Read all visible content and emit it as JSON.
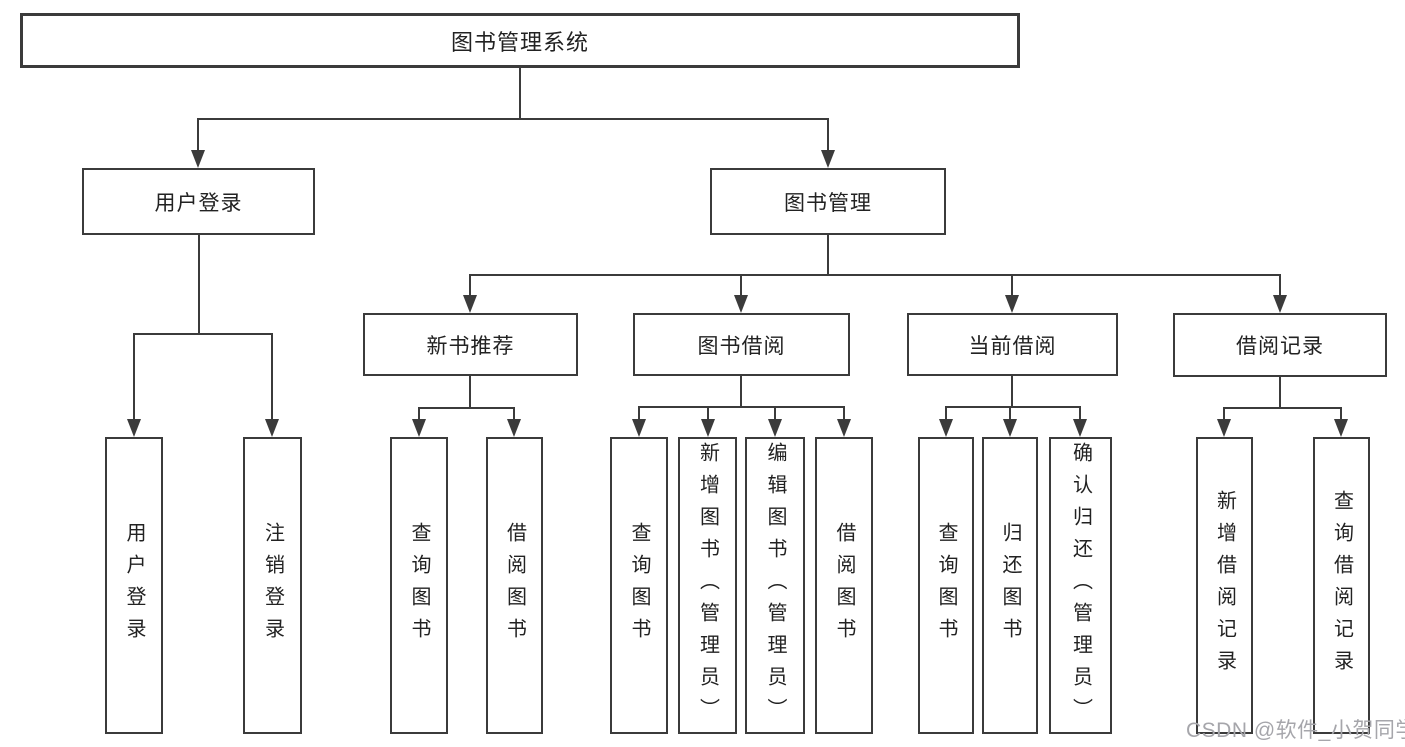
{
  "colors": {
    "line": "#3b3b3b",
    "watermark": "#a6a6ab",
    "background": "#ffffff",
    "text": "#222222"
  },
  "watermark": {
    "text": "CSDN @软件_小贺同学"
  },
  "diagram": {
    "root": {
      "label": "图书管理系统"
    },
    "level1": {
      "user_login": {
        "label": "用户登录"
      },
      "book_mgmt": {
        "label": "图书管理"
      }
    },
    "level2": {
      "new_books": {
        "label": "新书推荐"
      },
      "borrowing": {
        "label": "图书借阅"
      },
      "current": {
        "label": "当前借阅"
      },
      "records": {
        "label": "借阅记录"
      }
    },
    "leaves": {
      "user_login": [
        "用户登录",
        "注销登录"
      ],
      "new_books": [
        "查询图书",
        "借阅图书"
      ],
      "borrowing": [
        "查询图书",
        "新增图书（管理员）",
        "编辑图书（管理员）",
        "借阅图书"
      ],
      "current": [
        "查询图书",
        "归还图书",
        "确认归还（管理员）"
      ],
      "records": [
        "新增借阅记录",
        "查询借阅记录"
      ]
    }
  }
}
